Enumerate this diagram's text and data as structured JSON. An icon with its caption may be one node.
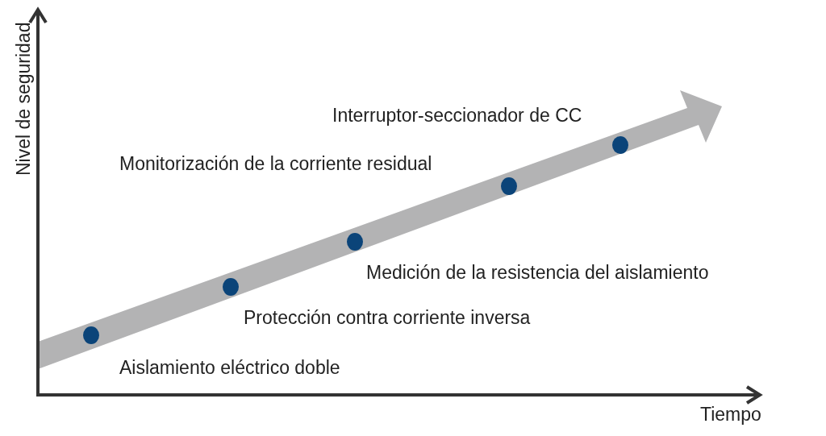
{
  "diagram": {
    "labels": [
      "Nivel de seguridad",
      "Interruptor-seccionador de CC",
      "Monitorización de la corriente residual",
      "Medición de la resistencia del aislamiento",
      "Protección contra corriente inversa",
      "Aislamiento eléctrico doble",
      "Tiempo"
    ]
  }
}
